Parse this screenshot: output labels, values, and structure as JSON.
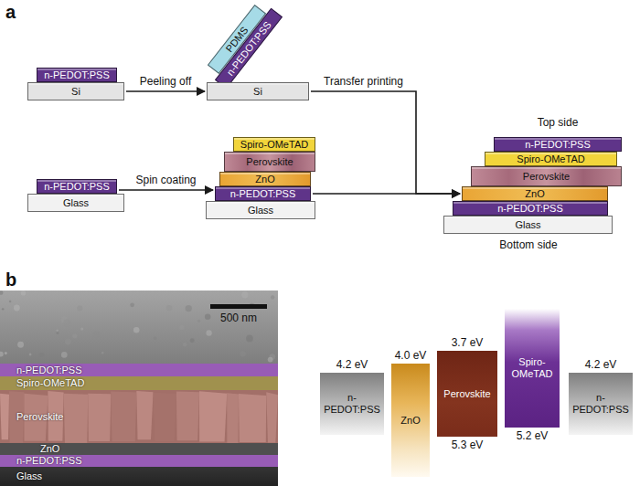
{
  "diagram": {
    "nodes": [
      {
        "text": [
          "n-PEDOT:PSS"
        ]
      },
      {
        "text": [
          "Si"
        ]
      },
      {
        "text": [
          "PDMS"
        ]
      },
      {
        "text": [
          "n-PEDOT:PSS"
        ]
      },
      {
        "text": [
          "Si"
        ]
      },
      {
        "text": [
          "n-PEDOT:PSS"
        ]
      },
      {
        "text": [
          "Glass"
        ]
      },
      {
        "text": [
          "Spiro-OMeTAD"
        ]
      },
      {
        "text": [
          "Perovskite"
        ]
      },
      {
        "text": [
          "ZnO"
        ]
      },
      {
        "text": [
          "n-PEDOT:PSS"
        ]
      },
      {
        "text": [
          "Glass"
        ]
      },
      {
        "text": [
          "n-PEDOT:PSS"
        ]
      },
      {
        "text": [
          "Spiro-OMeTAD"
        ]
      },
      {
        "text": [
          "Perovskite"
        ]
      },
      {
        "text": [
          "ZnO"
        ]
      },
      {
        "text": [
          "n-PEDOT:PSS"
        ]
      },
      {
        "text": [
          "Glass"
        ]
      },
      {
        "text": [
          "n-PEDOT:PSS"
        ]
      },
      {
        "text": [
          "Spiro-OMeTAD"
        ]
      },
      {
        "text": [
          "Perovskite"
        ]
      },
      {
        "text": [
          "ZnO"
        ]
      },
      {
        "text": [
          "n-PEDOT:PSS"
        ]
      },
      {
        "text": [
          "Glass"
        ]
      },
      {
        "text": [
          "4.2 eV",
          "n-PEDOT:PSS"
        ]
      },
      {
        "text": [
          "4.0 eV",
          "ZnO"
        ]
      },
      {
        "text": [
          "3.7 eV",
          "Perovskite",
          "5.3 eV"
        ]
      },
      {
        "text": [
          "Spiro-OMeTAD",
          "5.2 eV"
        ]
      },
      {
        "text": [
          "4.2 eV",
          "n-PEDOT:PSS"
        ]
      }
    ],
    "edges": [
      {
        "from": 1,
        "to": 4,
        "label": "Peeling off",
        "arrow": "to"
      },
      {
        "from": 4,
        "to": 15,
        "label": "Transfer printing",
        "arrow": "to"
      },
      {
        "from": 5,
        "to": 10,
        "label": "Spin coating",
        "arrow": "to"
      },
      {
        "from": 10,
        "to": 15,
        "arrow": "to"
      }
    ],
    "labels": [
      "a",
      "Top side",
      "Bottom side",
      "b",
      "500 nm"
    ]
  }
}
